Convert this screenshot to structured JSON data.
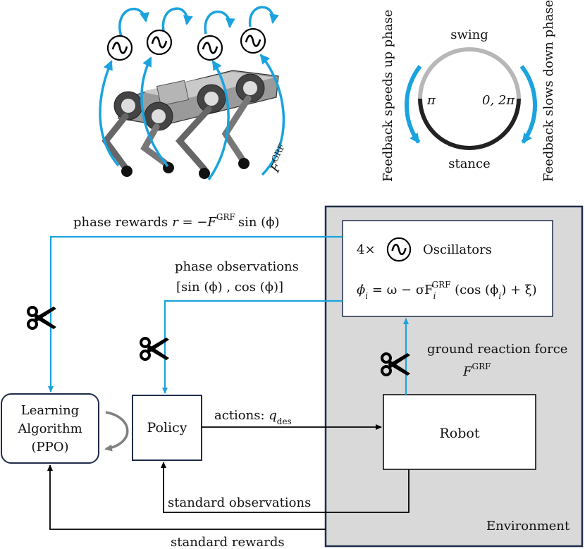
{
  "phase_circle": {
    "swing": "swing",
    "stance": "stance",
    "pi": "π",
    "zero_two_pi": "0, 2π",
    "left_label": "Feedback speeds up phase",
    "right_label": "Feedback slows down phase"
  },
  "robot_photo": {
    "force_label": "F",
    "force_sup": "GRF"
  },
  "labels": {
    "phase_rewards": "phase rewards",
    "phase_rewards_eq_lhs": "r = −F",
    "phase_rewards_sup": "GRF",
    "phase_rewards_eq_rhs": "sin (ϕ)",
    "phase_observations": "phase observations",
    "phase_observations_vec": "[sin (ϕ) , cos (ϕ)]",
    "ground_reaction_force": "ground reaction force",
    "grf_symbol": "F",
    "grf_sup": "GRF",
    "actions": "actions: ",
    "actions_symbol": "q",
    "actions_sub": "des",
    "standard_observations": "standard observations",
    "standard_rewards": "standard rewards"
  },
  "oscillators_box": {
    "count": "4×",
    "title": "Oscillators",
    "eq_lhs": "ϕ̇",
    "eq_lhs_sub": "i",
    "eq_mid": " = ω − σF",
    "eq_mid_sub": "i",
    "eq_mid_sup": "GRF",
    "eq_rhs": " (cos (ϕ",
    "eq_rhs_sub": "i",
    "eq_rhs_end": ") + ξ)"
  },
  "boxes": {
    "learning_line1": "Learning",
    "learning_line2": "Algorithm",
    "learning_line3": "(PPO)",
    "policy": "Policy",
    "robot": "Robot",
    "environment": "Environment"
  },
  "colors": {
    "feedback_blue": "#1aa3de",
    "environment_fill": "#d9d9d9",
    "environment_border": "#1f2d4a",
    "swing_gray": "#b7b7b7",
    "stance_black": "#222222",
    "arrow_black": "#000000",
    "loop_gray": "#808080"
  },
  "icons": [
    "oscillator-icon",
    "scissors-icon",
    "robot-photo"
  ]
}
